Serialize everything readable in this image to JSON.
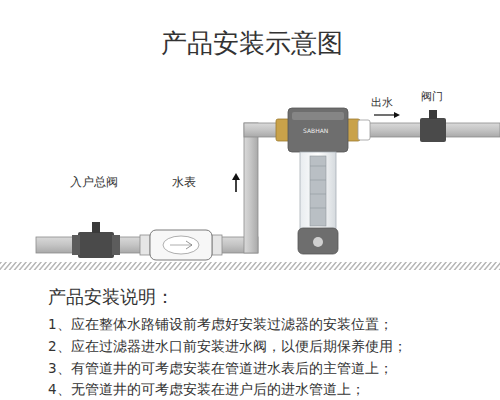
{
  "diagram": {
    "title": "产品安装示意图",
    "labels": [
      "入户总阀",
      "水表",
      "出水",
      "阀门",
      "SABHAN",
      "产品安装说明：",
      "1、应在整体水路铺设前考虑好安装过滤器的安装位置；",
      "2、应在过滤器进水口前安装进水阀，以便后期保养使用；",
      "3、有管道井的可考虑安装在管道进水表后的主管道上；",
      "4、无管道井的可考虑安装在进户后的进水管道上；"
    ]
  }
}
